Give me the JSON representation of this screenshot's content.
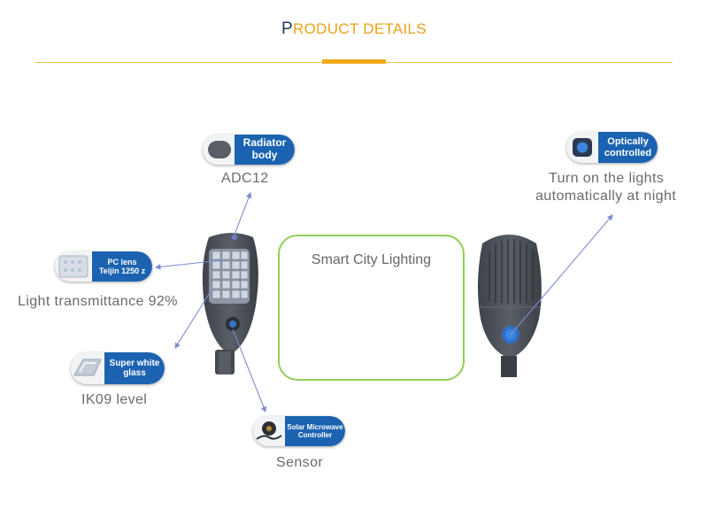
{
  "header": {
    "title_first_letter": "P",
    "title_rest": "RODUCT DETAILS"
  },
  "callouts": {
    "radiator": {
      "label_line1": "Radiator",
      "label_line2": "body",
      "caption": "ADC12",
      "icon": "radiator-icon"
    },
    "pc_lens": {
      "label_line1": "PC lens",
      "label_line2": "Teijin 1250 z",
      "caption": "Light transmittance 92%",
      "icon": "lens-icon"
    },
    "glass": {
      "label_line1": "Super white",
      "label_line2": "glass",
      "caption": "IK09 level",
      "icon": "glass-icon"
    },
    "sensor": {
      "label_line1": "Solar Microwave",
      "label_line2": "Controller",
      "caption": "Sensor",
      "icon": "sensor-icon"
    },
    "optical": {
      "label_line1": "Optically",
      "label_line2": "controlled",
      "caption_line1": "Turn on the lights",
      "caption_line2": "automatically at night",
      "icon": "photocell-icon"
    }
  },
  "center": {
    "title": "Smart City Lighting"
  },
  "colors": {
    "accent": "#f0a81a",
    "badge_blue": "#1b63b0",
    "frame_green": "#8fcf58",
    "lamp_body": "#4b4f56"
  }
}
